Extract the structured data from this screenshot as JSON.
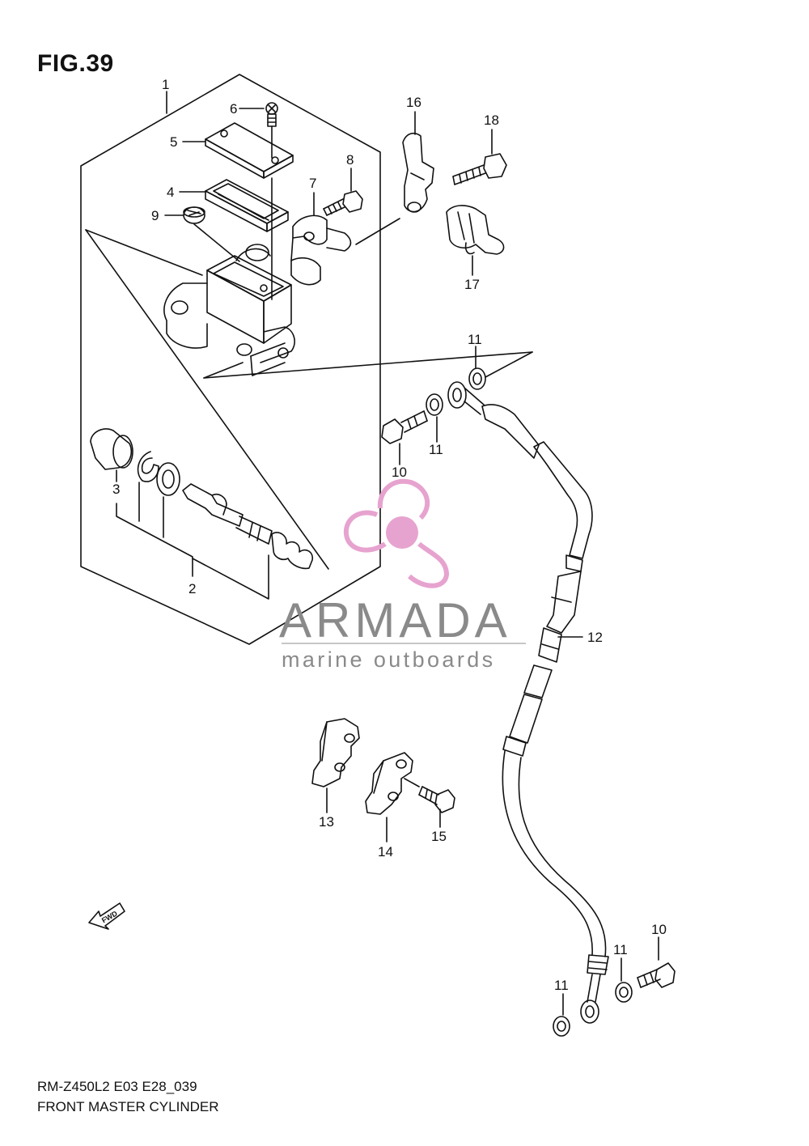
{
  "figure": {
    "title": "FIG.39"
  },
  "callouts": {
    "c1": "1",
    "c2": "2",
    "c3": "3",
    "c4": "4",
    "c5": "5",
    "c6": "6",
    "c7": "7",
    "c8": "8",
    "c9": "9",
    "c10a": "10",
    "c10b": "10",
    "c11a": "11",
    "c11b": "11",
    "c11c": "11",
    "c11d": "11",
    "c12": "12",
    "c13": "13",
    "c14": "14",
    "c15": "15",
    "c16": "16",
    "c17": "17",
    "c18": "18"
  },
  "fwd_label": "FWD",
  "watermark": {
    "brand": "ARMADA",
    "tagline": "marine outboards",
    "accent_color": "#e7a3cf"
  },
  "footer": {
    "model_code": "RM-Z450L2 E03 E28_039",
    "caption": "FRONT MASTER CYLINDER"
  },
  "colors": {
    "line": "#111111",
    "watermark_text": "#8a8a8a"
  }
}
